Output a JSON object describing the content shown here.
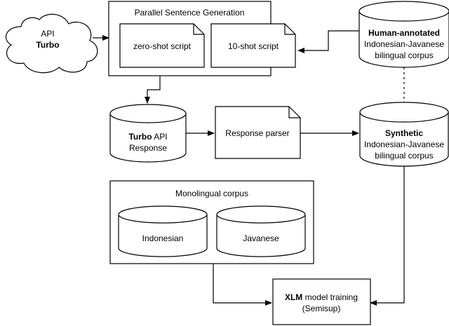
{
  "api_cloud": {
    "line1": "API",
    "line2": "Turbo"
  },
  "parallel_generation": {
    "title": "Parallel Sentence Generation",
    "zero_shot": "zero-shot script",
    "ten_shot": "10-shot script"
  },
  "human_corpus": {
    "bold": "Human-annotated",
    "line2": "Indonesian-Javanese",
    "line3": "bilingual corpus"
  },
  "turbo_response": {
    "bold": "Turbo",
    "line1_rest": " API",
    "line2": "Response"
  },
  "response_parser": {
    "label": "Response parser"
  },
  "synthetic_corpus": {
    "bold": "Synthetic",
    "line2": "Indonesian-Javanese",
    "line3": "bilingual corpus"
  },
  "monolingual": {
    "title": "Monolingual corpus",
    "indonesian": "Indonesian",
    "javanese": "Javanese"
  },
  "xlm_training": {
    "bold": "XLM",
    "line1_rest": " model training",
    "line2": "(Semisup)"
  },
  "colors": {
    "stroke": "#000000",
    "fill": "#ffffff"
  }
}
